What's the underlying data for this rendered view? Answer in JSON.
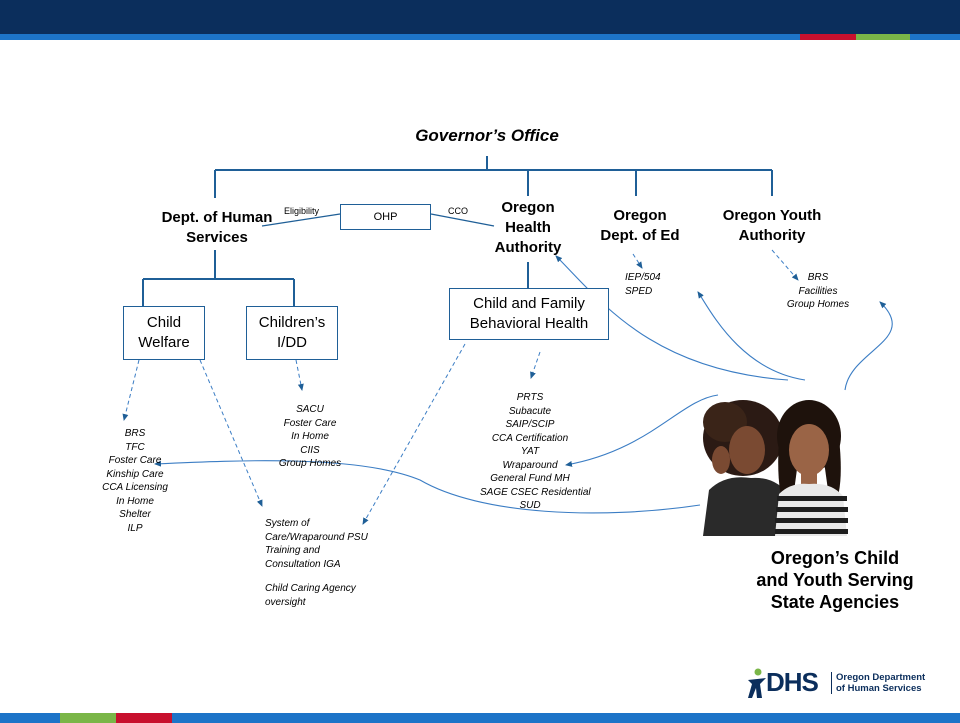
{
  "title": "Governor’s Office",
  "agencies": {
    "dhs": [
      "Dept. of Human",
      "Services"
    ],
    "oha": [
      "Oregon",
      "Health",
      "Authority"
    ],
    "ode": [
      "Oregon",
      "Dept. of Ed"
    ],
    "oya": [
      "Oregon Youth",
      "Authority"
    ]
  },
  "ohp": "OHP",
  "labels": {
    "eligibility": "Eligibility",
    "cco": "CCO"
  },
  "boxes": {
    "child_welfare": [
      "Child",
      "Welfare"
    ],
    "childrens_idd": [
      "Children’s",
      "I/DD"
    ],
    "cfbh": [
      "Child and Family",
      "Behavioral Health"
    ]
  },
  "lists": {
    "child_welfare": [
      "BRS",
      "TFC",
      "Foster Care",
      "Kinship Care",
      "CCA Licensing",
      "In Home",
      "Shelter",
      "ILP"
    ],
    "idd": [
      "SACU",
      "Foster Care",
      "In Home",
      "CIIS",
      "Group Homes"
    ],
    "system_of_care": [
      "System of",
      "Care/Wraparound PSU",
      "Training and",
      "Consultation IGA",
      "",
      "Child Caring Agency",
      "oversight"
    ],
    "cfbh": [
      "PRTS",
      "Subacute",
      "SAIP/SCIP",
      "CCA Certification",
      "YAT",
      "Wraparound",
      "General Fund MH",
      "SAGE CSEC Residential",
      "SUD"
    ],
    "ode": [
      "IEP/504",
      "SPED"
    ],
    "oya": [
      "BRS",
      "Facilities",
      "Group Homes"
    ]
  },
  "caption": [
    "Oregon’s Child",
    "and Youth Serving",
    "State Agencies"
  ],
  "logo": {
    "mark": "DHS",
    "line1": "Oregon Department",
    "line2": "of Human Services"
  },
  "colors": {
    "navy": "#0b2e5c",
    "blue": "#1d74c8",
    "red": "#c8102e",
    "green": "#7ab648",
    "line": "#1f5f97"
  }
}
